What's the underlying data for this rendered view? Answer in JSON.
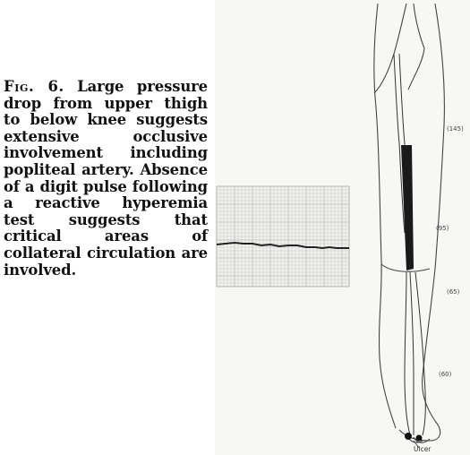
{
  "caption": {
    "fig_label": "Fig. 6.",
    "text": "Large pressure drop from upper thigh to below knee suggests extensive occlusive involvement including popliteal artery. Absence of a digit pulse following a reactive hyperemia test suggests that critical areas of collateral circulation are involved."
  },
  "figure": {
    "pressures": [
      {
        "label": "(145)"
      },
      {
        "label": "(95)"
      },
      {
        "label": "(65)"
      },
      {
        "label": "(60)"
      }
    ],
    "ulcer_label": "Ulcer",
    "trace_colors": {
      "paper": "#f4f4f2",
      "grid": "#b8b8b8",
      "trace": "#222222"
    },
    "occlusion_color": "#1a1a1a"
  }
}
